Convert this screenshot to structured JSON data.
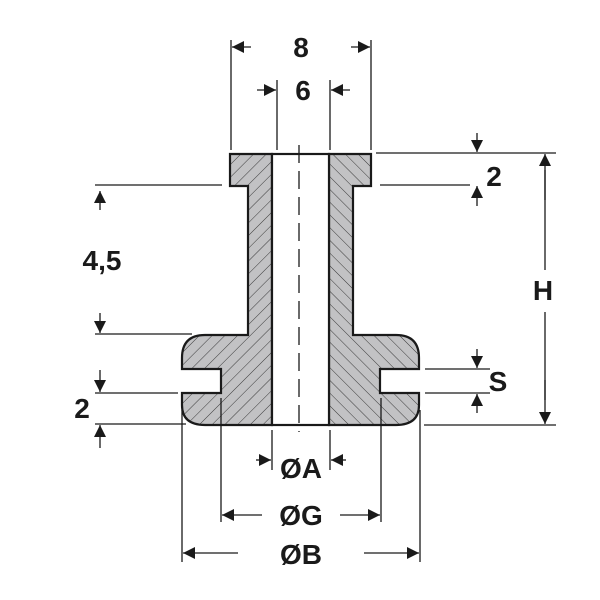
{
  "colors": {
    "section_fill": "#c2c2c4",
    "line": "#1a1a1a",
    "hatch": "#3a3a3a"
  },
  "dimensions": {
    "top_outer_width": "8",
    "top_inner_width": "6",
    "top_flange_thickness": "2",
    "stem_length": "4,5",
    "overall_height": "H",
    "slot_width": "S",
    "bottom_thickness": "2",
    "bore_diameter": "ØA",
    "groove_diameter": "ØG",
    "base_diameter": "ØB"
  }
}
